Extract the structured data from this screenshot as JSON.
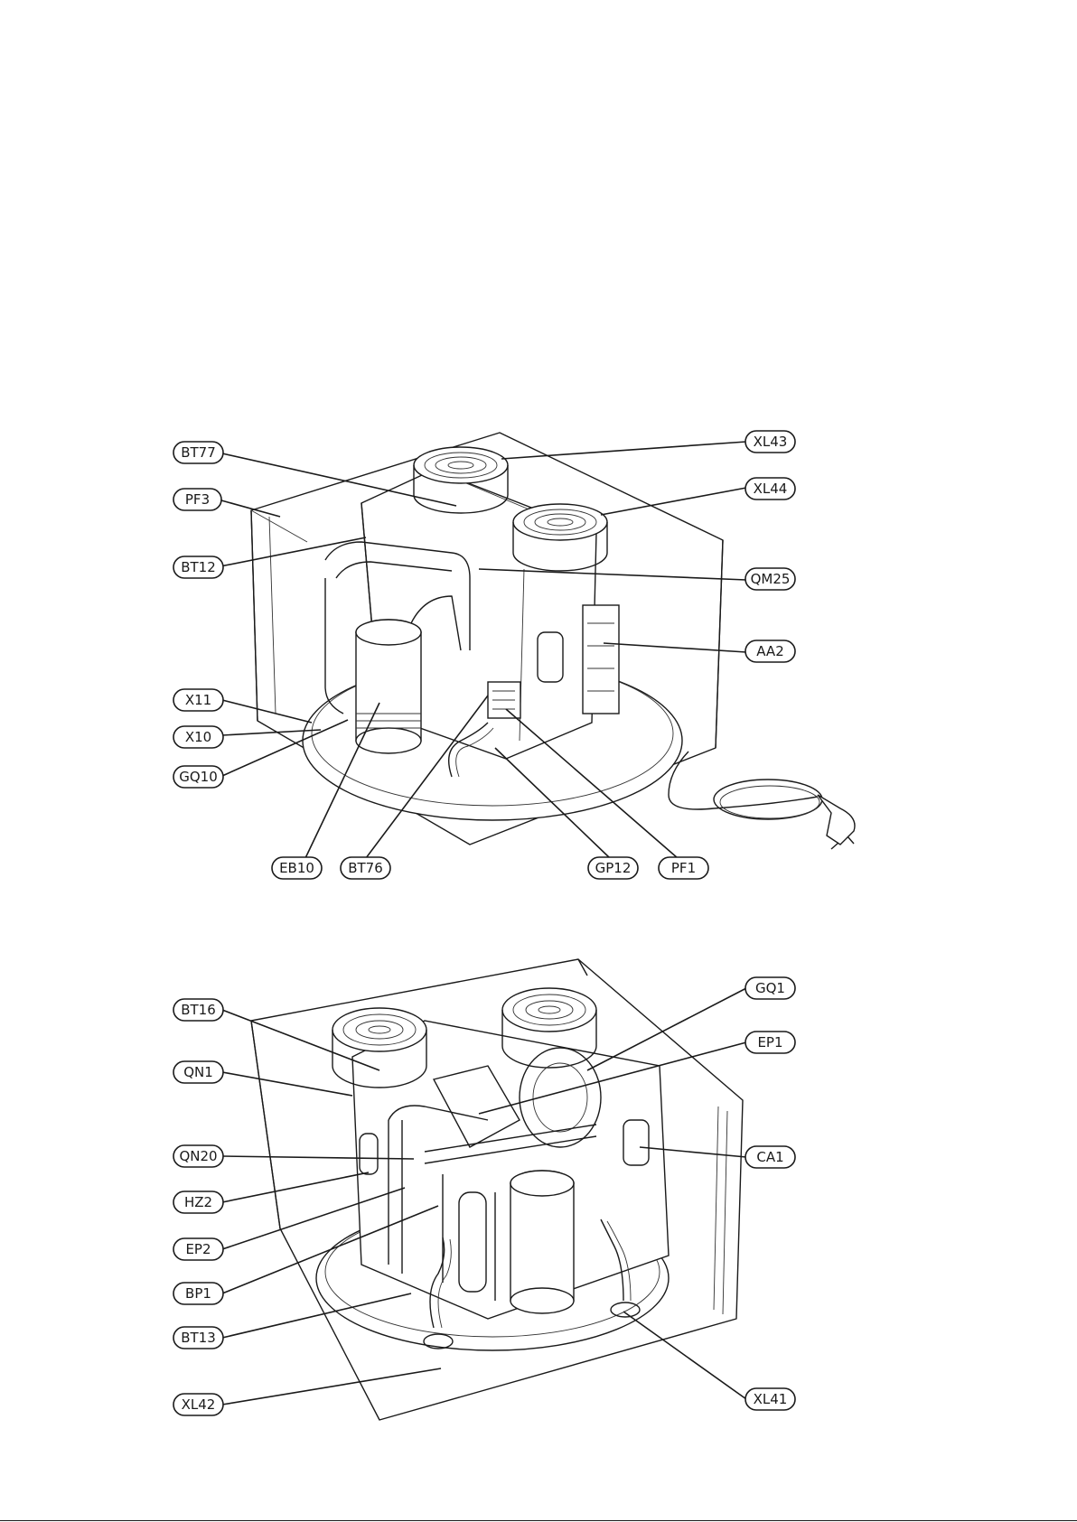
{
  "views": [
    {
      "id": "front",
      "labels": [
        {
          "key": "BT77",
          "text": "BT77"
        },
        {
          "key": "PF3",
          "text": "PF3"
        },
        {
          "key": "BT12",
          "text": "BT12"
        },
        {
          "key": "X11",
          "text": "X11"
        },
        {
          "key": "X10",
          "text": "X10"
        },
        {
          "key": "GQ10",
          "text": "GQ10"
        },
        {
          "key": "EB10",
          "text": "EB10"
        },
        {
          "key": "BT76",
          "text": "BT76"
        },
        {
          "key": "GP12",
          "text": "GP12"
        },
        {
          "key": "PF1",
          "text": "PF1"
        },
        {
          "key": "XL43",
          "text": "XL43"
        },
        {
          "key": "XL44",
          "text": "XL44"
        },
        {
          "key": "QM25",
          "text": "QM25"
        },
        {
          "key": "AA2",
          "text": "AA2"
        }
      ]
    },
    {
      "id": "rear",
      "labels": [
        {
          "key": "BT16",
          "text": "BT16"
        },
        {
          "key": "QN1",
          "text": "QN1"
        },
        {
          "key": "QN20",
          "text": "QN20"
        },
        {
          "key": "HZ2",
          "text": "HZ2"
        },
        {
          "key": "EP2",
          "text": "EP2"
        },
        {
          "key": "BP1",
          "text": "BP1"
        },
        {
          "key": "BT13",
          "text": "BT13"
        },
        {
          "key": "XL42",
          "text": "XL42"
        },
        {
          "key": "GQ1",
          "text": "GQ1"
        },
        {
          "key": "EP1",
          "text": "EP1"
        },
        {
          "key": "CA1",
          "text": "CA1"
        },
        {
          "key": "XL41",
          "text": "XL41"
        }
      ]
    }
  ]
}
